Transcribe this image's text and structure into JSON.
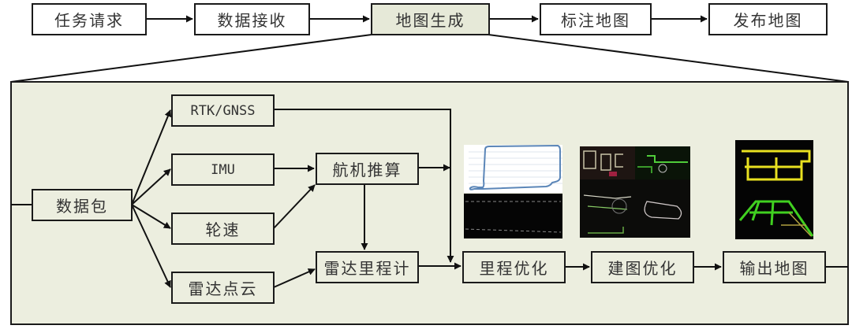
{
  "pipeline": {
    "steps": [
      {
        "id": "task-request",
        "label": "任务请求"
      },
      {
        "id": "data-receive",
        "label": "数据接收"
      },
      {
        "id": "map-generation",
        "label": "地图生成",
        "active": true
      },
      {
        "id": "annotate-map",
        "label": "标注地图"
      },
      {
        "id": "publish-map",
        "label": "发布地图"
      }
    ]
  },
  "detail": {
    "title": "地图生成",
    "nodes": {
      "data_package": "数据包",
      "rtk_gnss": "RTK/GNSS",
      "imu": "IMU",
      "wheel_speed": "轮速",
      "lidar_cloud": "雷达点云",
      "dead_reckoning": "航机推算",
      "lidar_odometry": "雷达里程计",
      "odometry_optimization": "里程优化",
      "mapping_optimization": "建图优化",
      "output_map": "输出地图"
    },
    "images": {
      "trajectory": "trajectory-plot-and-lidar-strip",
      "mapping": "point-cloud-mapping-tiles",
      "output": "final-point-cloud-map"
    }
  },
  "colors": {
    "panel_fill": "#eceedf",
    "active_fill": "#e6e9d8",
    "stroke": "#1a1a1a",
    "trajectory_line": "#5b86b8",
    "map_yellow": "#e8e020",
    "map_green": "#40d020"
  }
}
